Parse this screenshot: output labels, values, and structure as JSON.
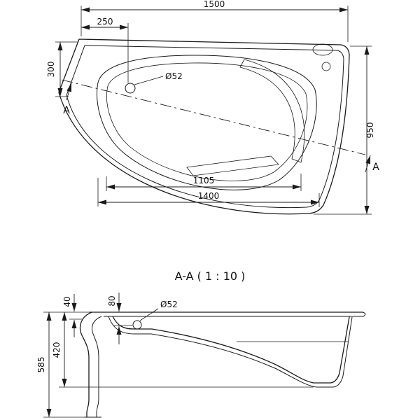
{
  "meta": {
    "background": "#ffffff",
    "line_color": "#1a1a1a",
    "drawing_type": "bathtub technical drawing"
  },
  "top_view": {
    "dim_overall_width": "1500",
    "dim_drain_offset": "250",
    "dim_left_depth": "300",
    "dim_right_depth": "950",
    "dim_inner_length": "1105",
    "dim_outer_length": "1400",
    "drain_diameter": "Ø52",
    "section_label_left": "A",
    "section_label_right": "A"
  },
  "section_view": {
    "title": "A-A ( 1 : 10 )",
    "dim_rim_lip": "40",
    "dim_drain_drop": "80",
    "dim_tub_height": "420",
    "dim_total_height": "585",
    "drain_diameter": "Ø52"
  }
}
